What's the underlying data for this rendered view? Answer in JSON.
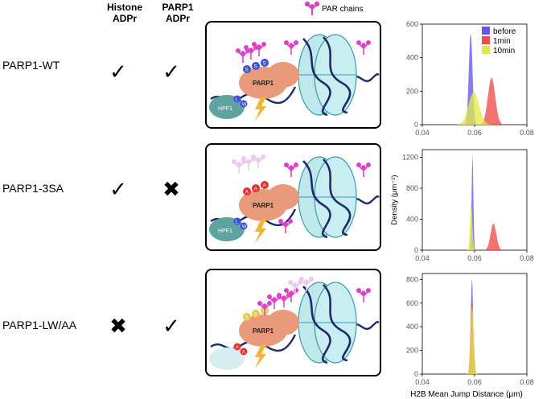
{
  "columns": {
    "histone": [
      "Histone",
      "ADPr"
    ],
    "parp1": [
      "PARP1",
      "ADPr"
    ]
  },
  "par_legend": "PAR chains",
  "rows": [
    {
      "label": "PARP1-WT",
      "histone": "check",
      "parp1": "check",
      "residues": [
        "S",
        "S",
        "S"
      ],
      "residue_color": "#3b4fd8",
      "contact": [
        "L",
        "W"
      ],
      "contact_color": "#3b4fd8",
      "hpf1": "HPF1",
      "parp": "PARP1"
    },
    {
      "label": "PARP1-3SA",
      "histone": "check",
      "parp1": "cross",
      "residues": [
        "A",
        "A",
        "A"
      ],
      "residue_color": "#e53030",
      "contact": [
        "L",
        "W"
      ],
      "contact_color": "#3b4fd8",
      "hpf1": "HPF1",
      "parp": "PARP1"
    },
    {
      "label": "PARP1-LW/AA",
      "histone": "cross",
      "parp1": "check",
      "residues": [
        "S",
        "S",
        "S"
      ],
      "residue_color": "#e8c847",
      "contact": [
        "A",
        "A"
      ],
      "contact_color": "#e53030",
      "hpf1": "",
      "parp": "PARP1"
    }
  ],
  "colors": {
    "before": "#6655ee",
    "1min": "#f04a4a",
    "10min": "#e3e84a"
  },
  "chart_data": [
    {
      "type": "area",
      "ylabel": "",
      "xlabel": "",
      "xlim": [
        0.04,
        0.08
      ],
      "ylim": [
        0,
        600
      ],
      "xticks": [
        "0.04",
        "0.06",
        "0.08"
      ],
      "yticks": [
        "0",
        "200",
        "400",
        "600"
      ],
      "legend": [
        "before",
        "1min",
        "10min"
      ],
      "legend_position": "top-right",
      "series": [
        {
          "name": "before",
          "mean": 0.0585,
          "sd": 0.0007,
          "peak": 545
        },
        {
          "name": "1min",
          "mean": 0.0665,
          "sd": 0.0014,
          "peak": 280
        },
        {
          "name": "10min",
          "mean": 0.0597,
          "sd": 0.002,
          "peak": 195
        }
      ]
    },
    {
      "type": "area",
      "ylabel": "Density (μm⁻¹)",
      "xlabel": "",
      "xlim": [
        0.04,
        0.08
      ],
      "ylim": [
        0,
        1300
      ],
      "xticks": [
        "0.04",
        "0.06",
        "0.08"
      ],
      "yticks": [
        "0",
        "400",
        "800",
        "1200"
      ],
      "series": [
        {
          "name": "before",
          "mean": 0.0592,
          "sd": 0.00032,
          "peak": 1250
        },
        {
          "name": "1min",
          "mean": 0.0672,
          "sd": 0.0011,
          "peak": 345
        },
        {
          "name": "10min",
          "mean": 0.0587,
          "sd": 0.00045,
          "peak": 620
        }
      ]
    },
    {
      "type": "area",
      "ylabel": "",
      "xlabel": "H2B Mean Jump Distance (μm)",
      "xlim": [
        0.04,
        0.08
      ],
      "ylim": [
        0,
        850
      ],
      "xticks": [
        "0.04",
        "0.06",
        "0.08"
      ],
      "yticks": [
        "0",
        "200",
        "400",
        "600",
        "800"
      ],
      "series": [
        {
          "name": "before",
          "mean": 0.059,
          "sd": 0.00045,
          "peak": 810
        },
        {
          "name": "1min",
          "mean": 0.059,
          "sd": 0.00055,
          "peak": 610
        },
        {
          "name": "10min",
          "mean": 0.0591,
          "sd": 0.0006,
          "peak": 570
        }
      ]
    }
  ]
}
